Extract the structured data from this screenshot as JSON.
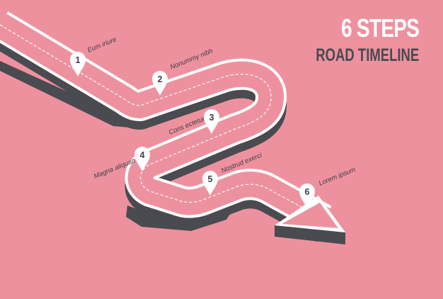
{
  "title": {
    "main": "6 STEPS",
    "sub": "ROAD TIMELINE"
  },
  "steps": [
    {
      "number": "1",
      "label": "Eum iriure"
    },
    {
      "number": "2",
      "label": "Nonummy nibh"
    },
    {
      "number": "3",
      "label": "Cons ectetuer"
    },
    {
      "number": "4",
      "label": "Magna aliquam"
    },
    {
      "number": "5",
      "label": "Nostrud exerci"
    },
    {
      "number": "6",
      "label": "Lorem ipsum"
    }
  ],
  "colors": {
    "background": "#ee919f",
    "road_surface": "#ee919f",
    "road_edge": "#ffffff",
    "road_side": "#4a4b50",
    "pin": "#ffffff",
    "text_dark": "#3d3f45"
  },
  "icons": [
    "location-pin-icon",
    "arrow-head-icon"
  ]
}
